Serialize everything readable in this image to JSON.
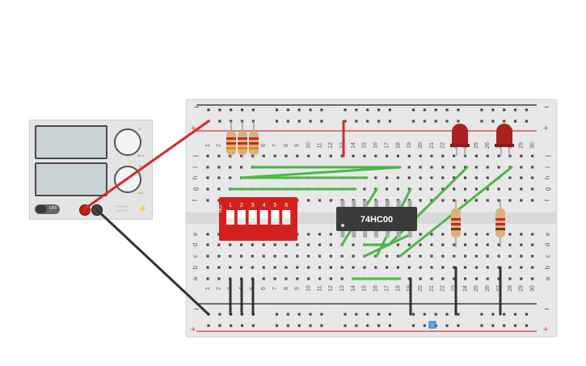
{
  "power_supply": {
    "switch_label": "OFF",
    "voltage_unit": "V",
    "voltage_max": "30 V",
    "current_unit": "A",
    "current_max": "5 A",
    "brand_line1": "POWER",
    "brand_line2": "SUPPLY"
  },
  "breadboard": {
    "column_count": 30,
    "rows_top": [
      "j",
      "i",
      "h",
      "g",
      "f"
    ],
    "rows_bottom": [
      "e",
      "d",
      "c",
      "b",
      "a"
    ],
    "rail_plus": "+",
    "rail_minus": "−"
  },
  "dip_switch": {
    "on_label": "ON",
    "numbers": [
      "1",
      "2",
      "3",
      "4",
      "5",
      "6"
    ]
  },
  "chip": {
    "label": "74HC00"
  },
  "colors": {
    "board": "#e8e8e8",
    "rail_red": "#d23b3b",
    "rail_black": "#222222",
    "wire_green": "#4cb849",
    "wire_red": "#d42a2a",
    "wire_black": "#333333",
    "dip_red": "#d41f1f",
    "chip_body": "#3a3a3a",
    "led_red": "#a92222"
  }
}
